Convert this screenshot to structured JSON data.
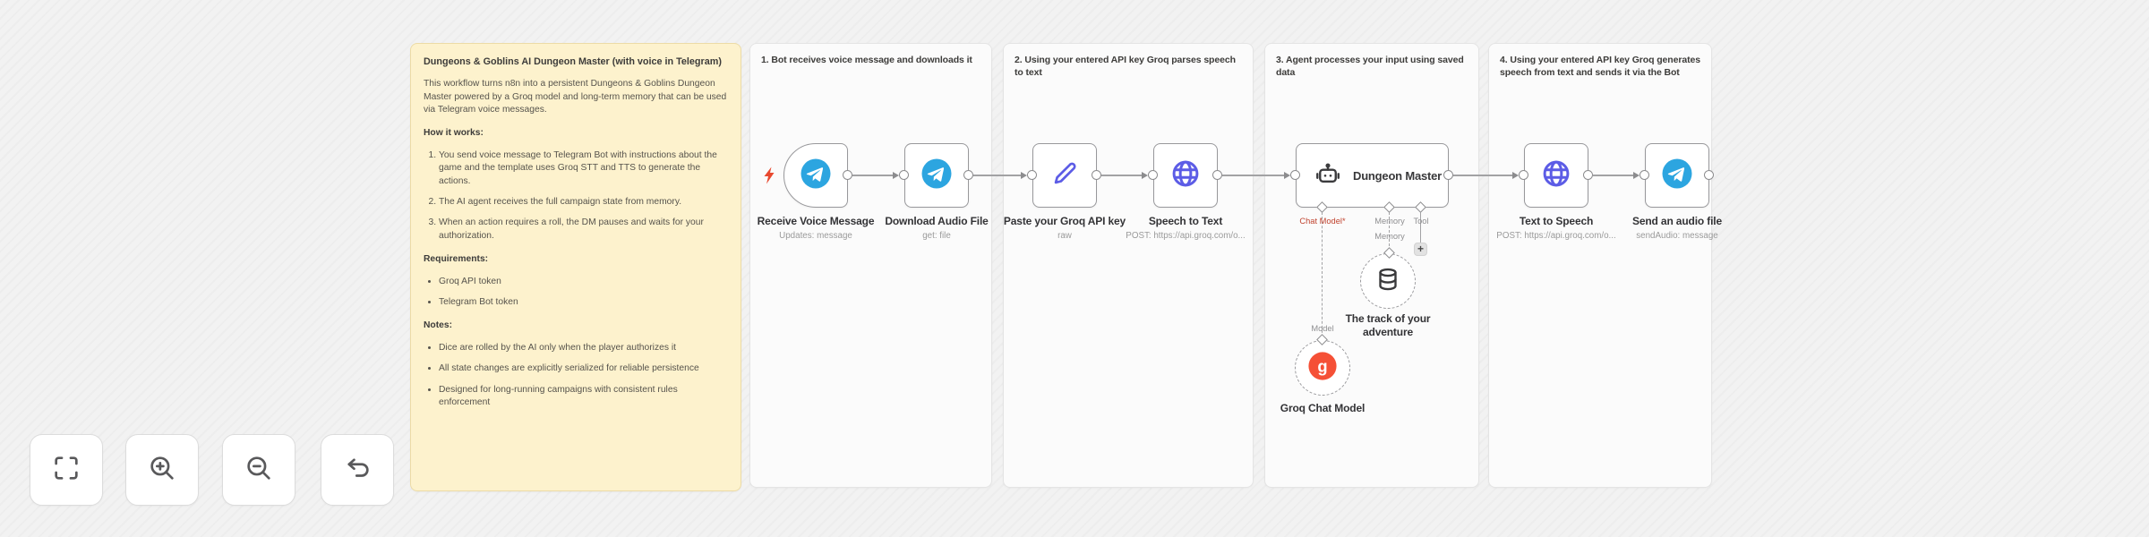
{
  "overview_note": {
    "title": "Dungeons & Goblins AI Dungeon Master (with voice in Telegram)",
    "intro": "This workflow turns n8n into a persistent Dungeons & Goblins Dungeon Master powered by a Groq model and long-term memory that can be used via Telegram voice messages.",
    "how_it_works_label": "How it works:",
    "how_it_works": [
      "You send voice message to Telegram Bot with instructions about the game and the template uses Groq STT and TTS to generate the actions.",
      "The AI agent receives the full campaign state from memory.",
      "When an action requires a roll, the DM pauses and waits for your authorization."
    ],
    "requirements_label": "Requirements:",
    "requirements": [
      "Groq API token",
      "Telegram Bot token"
    ],
    "notes_label": "Notes:",
    "notes": [
      "Dice are rolled by the AI only when the player authorizes it",
      "All state changes are explicitly serialized for reliable persistence",
      "Designed for long-running campaigns with consistent rules enforcement"
    ]
  },
  "sections": [
    {
      "label": "1. Bot receives voice message and downloads it"
    },
    {
      "label": "2. Using your entered API key Groq parses speech to text"
    },
    {
      "label": "3. Agent processes your input using saved data"
    },
    {
      "label": "4. Using your entered API key Groq generates speech from text and sends it via the Bot"
    }
  ],
  "nodes": [
    {
      "name": "Receive Voice Message",
      "subtitle": "Updates: message",
      "icon": "telegram-icon",
      "type": "trigger"
    },
    {
      "name": "Download Audio File",
      "subtitle": "get: file",
      "icon": "telegram-icon",
      "type": "action"
    },
    {
      "name": "Paste your Groq API key",
      "subtitle": "raw",
      "icon": "pencil-icon",
      "type": "action"
    },
    {
      "name": "Speech to Text",
      "subtitle": "POST: https://api.groq.com/o...",
      "icon": "globe-icon",
      "type": "action"
    },
    {
      "name": "Dungeon Master",
      "subtitle": "",
      "icon": "robot-icon",
      "type": "agent"
    },
    {
      "name": "Text to Speech",
      "subtitle": "POST: https://api.groq.com/o...",
      "icon": "globe-icon",
      "type": "action"
    },
    {
      "name": "Send an audio file",
      "subtitle": "sendAudio: message",
      "icon": "telegram-icon",
      "type": "action"
    },
    {
      "name": "The track of your adventure",
      "subtitle": "",
      "icon": "database-icon",
      "type": "memory"
    },
    {
      "name": "Groq Chat Model",
      "subtitle": "",
      "icon": "groq-icon",
      "type": "model"
    }
  ],
  "agent_ports": {
    "chat_model": "Chat Model*",
    "memory": "Memory",
    "tool": "Tool",
    "memory_connection_label": "Memory",
    "model_connection_label": "Model",
    "add_tool_label": "+"
  },
  "controls": [
    {
      "icon": "fit-view-icon"
    },
    {
      "icon": "zoom-in-icon"
    },
    {
      "icon": "zoom-out-icon"
    },
    {
      "icon": "undo-icon"
    }
  ],
  "colors": {
    "canvas_bg": "#F2F2F2",
    "sticky_yellow": "#FDF2CD",
    "telegram_blue": "#2CA5E0",
    "http_indigo": "#5C5CE6",
    "groq_red": "#F55036",
    "trigger_bolt": "#E8492F"
  }
}
